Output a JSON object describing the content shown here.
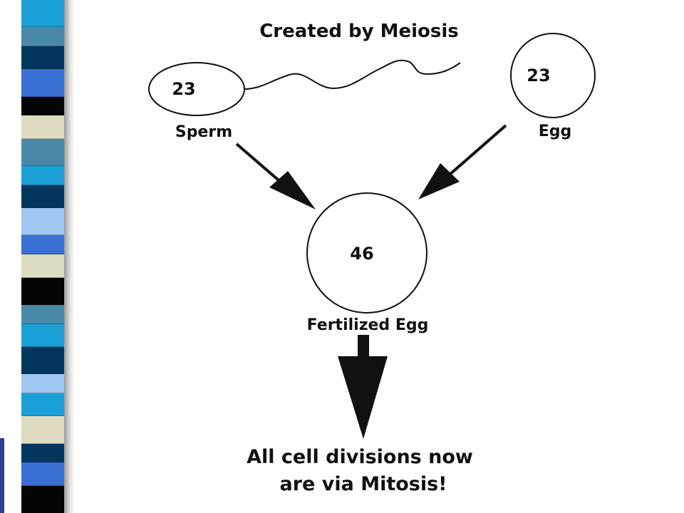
{
  "title": "Created by Meiosis",
  "sperm": {
    "count": "23",
    "label": "Sperm"
  },
  "egg": {
    "count": "23",
    "label": "Egg"
  },
  "zygote": {
    "count": "46",
    "label": "Fertilized Egg"
  },
  "conclusion": {
    "line1": "All cell divisions now",
    "line2": "are via Mitosis!"
  },
  "colors": {
    "stripes": [
      "#1a9fd6",
      "#4a8aa8",
      "#03365e",
      "#3a6fd4",
      "#050505",
      "#dedcc0",
      "#4a8aa8",
      "#1a9fd6",
      "#03365e",
      "#9ec8f2",
      "#3a6fd4",
      "#dedcc0",
      "#050505",
      "#4a8aa8",
      "#1a9fd6",
      "#03365e",
      "#9ec8f2",
      "#1a9fd6",
      "#dedcc0",
      "#03365e",
      "#3a6fd4",
      "#050505"
    ],
    "ink": "#111111"
  }
}
